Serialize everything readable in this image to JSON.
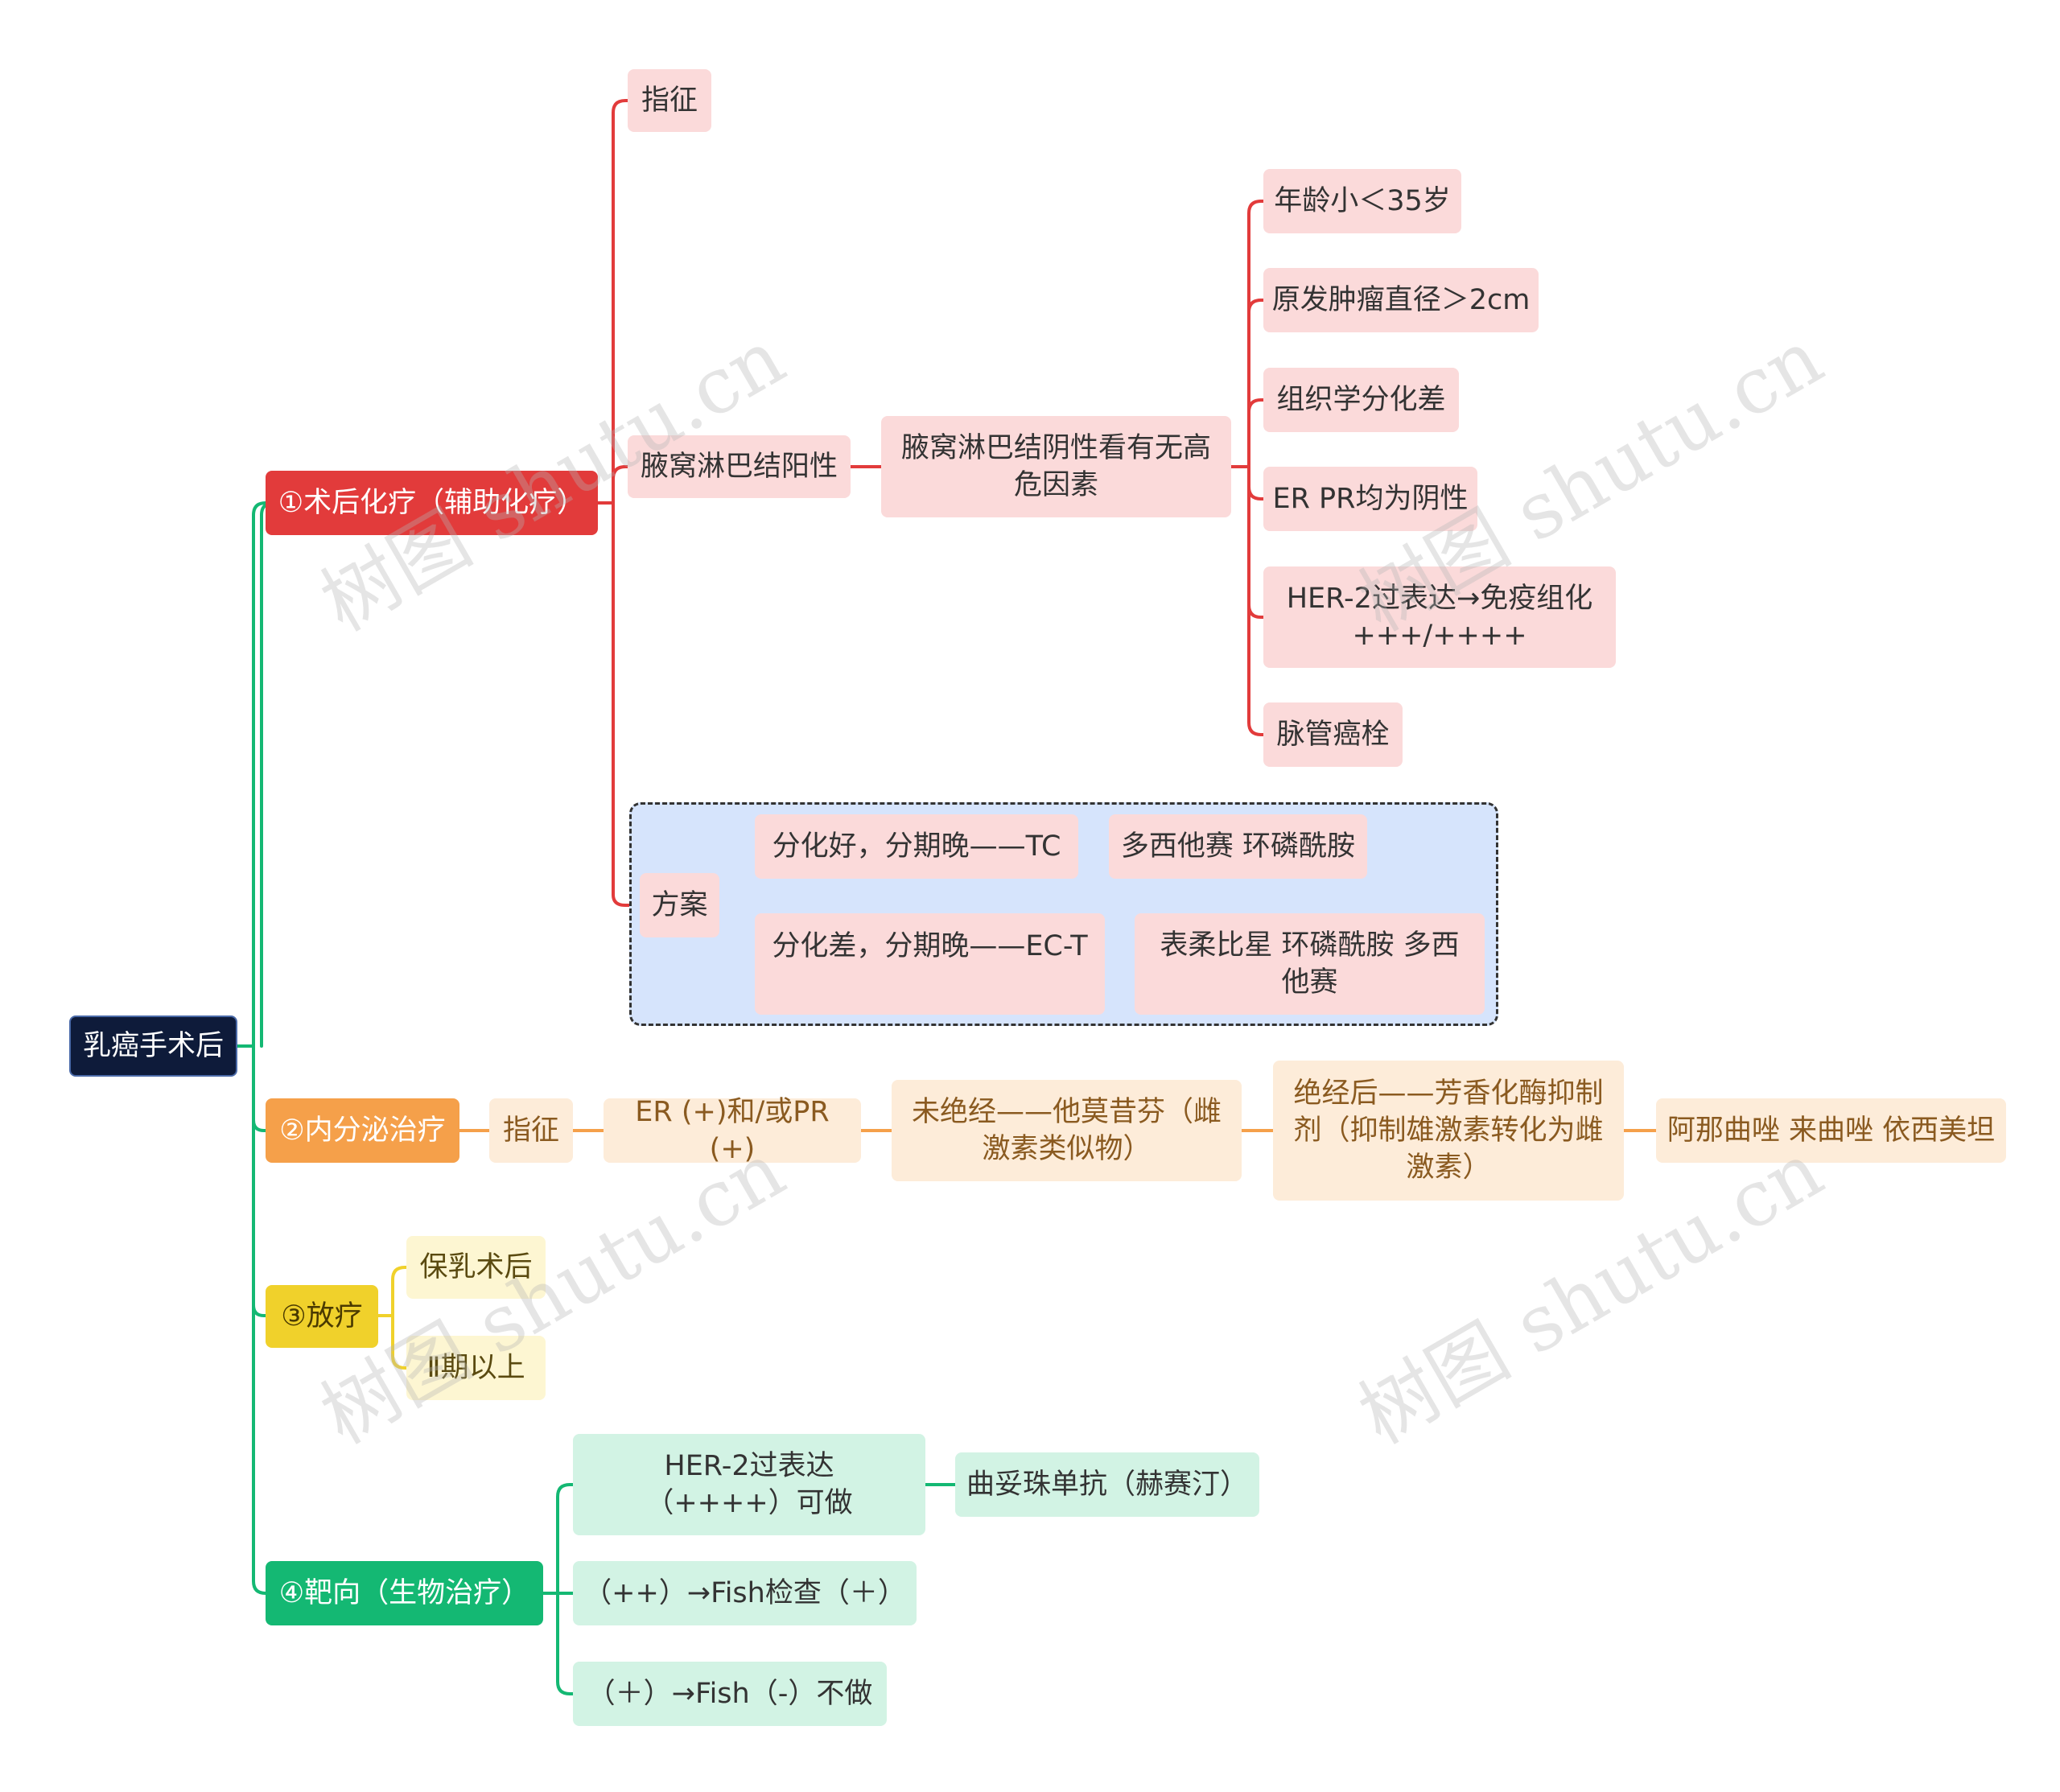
{
  "root": "乳癌手术后",
  "b1": {
    "label": "①术后化疗（辅助化疗）",
    "indication": "指征",
    "axillary_pos": "腋窝淋巴结阳性",
    "axillary_neg": "腋窝淋巴结阴性看有无高危因素",
    "risk_factors": [
      "年龄小＜35岁",
      "原发肿瘤直径＞2cm",
      "组织学分化差",
      "ER PR均为阴性",
      "HER-2过表达→免疫组化+++/++++",
      "脉管癌栓"
    ],
    "plan": "方案",
    "plan_good": "分化好，分期晚——TC",
    "plan_good_drugs": "多西他赛 环磷酰胺",
    "plan_poor": "分化差，分期晚——EC-T",
    "plan_poor_drugs": "表柔比星 环磷酰胺 多西他赛"
  },
  "b2": {
    "label": "②内分泌治疗",
    "indication": "指征",
    "criteria": "ER (+)和/或PR (+)",
    "premeno": "未绝经——他莫昔芬（雌激素类似物）",
    "postmeno": "绝经后——芳香化酶抑制剂（抑制雄激素转化为雌激素）",
    "drugs": "阿那曲唑 来曲唑 依西美坦"
  },
  "b3": {
    "label": "③放疗",
    "items": [
      "保乳术后",
      "Ⅱ期以上"
    ]
  },
  "b4": {
    "label": "④靶向（生物治疗）",
    "her2": "HER-2过表达（++++）可做",
    "her2_drug": "曲妥珠单抗（赫赛汀）",
    "fish1": "（++）→Fish检查（＋）",
    "fish2": "（＋）→Fish（-）不做"
  },
  "colors": {
    "red": "#e23b3b",
    "orange": "#f5a04a",
    "yellow": "#f0d12b",
    "green": "#14b873",
    "root": "#0e1b3a"
  },
  "watermark": "树图 shutu.cn"
}
